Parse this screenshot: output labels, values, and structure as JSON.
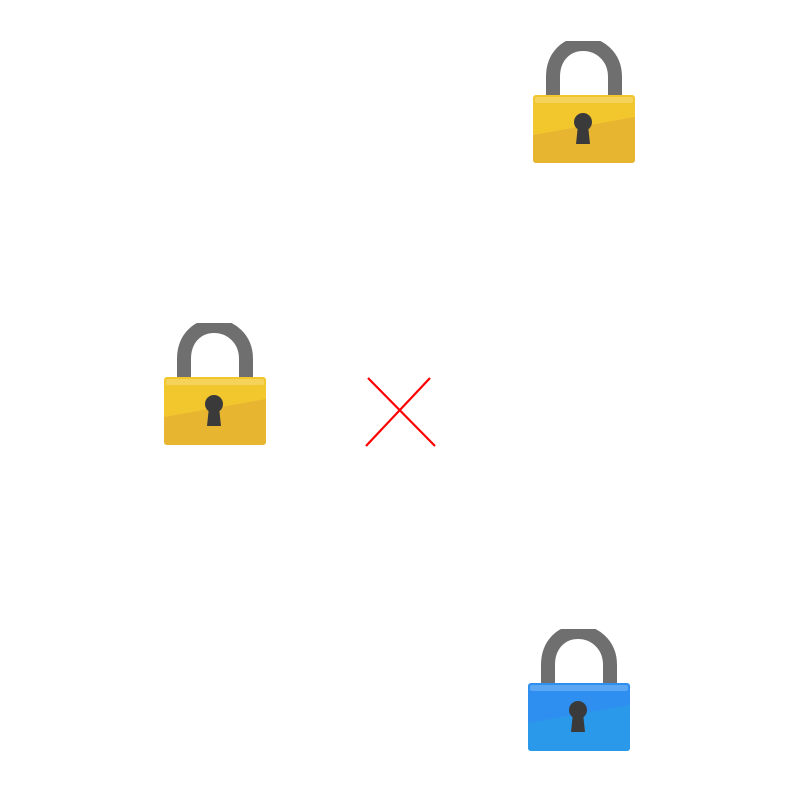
{
  "canvas": {
    "background": "#ffffff"
  },
  "locks": [
    {
      "id": "lock-top-right",
      "icon": "padlock-icon",
      "color": "#f2c72e",
      "shade": "#e7b332",
      "shackle_color": "#6f6f6f",
      "keyhole_color": "#3a3a3a"
    },
    {
      "id": "lock-middle-left",
      "icon": "padlock-icon",
      "color": "#f2c72e",
      "shade": "#e7b332",
      "shackle_color": "#6f6f6f",
      "keyhole_color": "#3a3a3a"
    },
    {
      "id": "lock-bottom-right",
      "icon": "padlock-icon",
      "color": "#2f8ff0",
      "shade": "#2a9ae8",
      "shackle_color": "#6f6f6f",
      "keyhole_color": "#3a3a3a"
    }
  ],
  "marker": {
    "icon": "cross-icon",
    "color": "#ff0000"
  }
}
